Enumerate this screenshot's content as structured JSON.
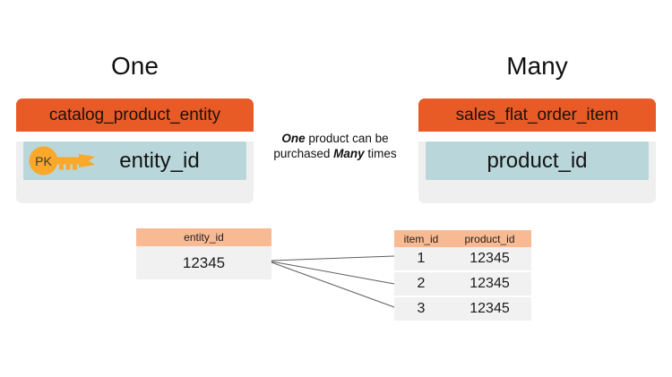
{
  "titles": {
    "one": "One",
    "many": "Many"
  },
  "tables": {
    "left": {
      "name": "catalog_product_entity",
      "field": "entity_id",
      "pk_label": "PK"
    },
    "right": {
      "name": "sales_flat_order_item",
      "field": "product_id"
    }
  },
  "annotation": {
    "seg_one": "One",
    "line1_rest": " product can be",
    "line2_start": "purchased ",
    "seg_many": "Many",
    "line2_end": " times"
  },
  "example": {
    "left": {
      "header": "entity_id",
      "value": "12345"
    },
    "right": {
      "col1_header": "item_id",
      "col2_header": "product_id",
      "rows": [
        {
          "item_id": "1",
          "product_id": "12345"
        },
        {
          "item_id": "2",
          "product_id": "12345"
        },
        {
          "item_id": "3",
          "product_id": "12345"
        }
      ]
    }
  },
  "colors": {
    "header_orange": "#E95B26",
    "field_teal": "#B9D7DA",
    "table_body_gray": "#EFEFEF",
    "mini_header_peach": "#F8BA93",
    "mini_body_gray": "#F1F1F1",
    "key_yellow": "#F9A82A",
    "connector_line": "#5F5F5F"
  }
}
